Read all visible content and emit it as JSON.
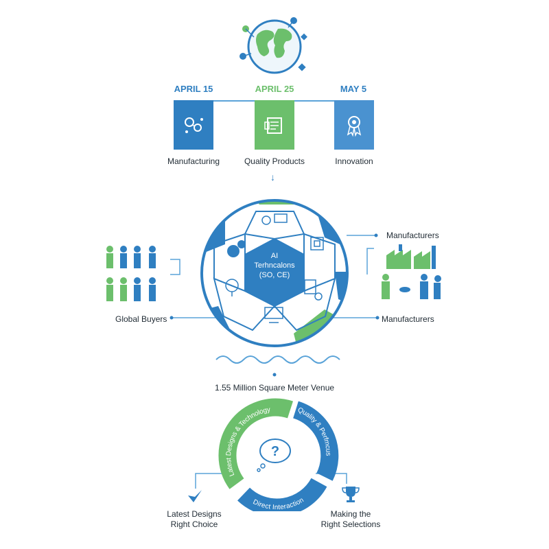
{
  "colors": {
    "blue": "#2f7fc1",
    "lightblue": "#5aa3d8",
    "green": "#6cbf6c",
    "dark": "#1f2a33"
  },
  "timeline": [
    {
      "date": "APRIL 15",
      "label": "Manufacturing",
      "icon": "gears-network-icon",
      "color": "#2f7fc1"
    },
    {
      "date": "APRIL 25",
      "label": "Quality Products",
      "icon": "document-chart-icon",
      "color": "#6cbf6c"
    },
    {
      "date": "MAY 5",
      "label": "Innovation",
      "icon": "award-ribbon-icon",
      "color": "#4a92d0"
    }
  ],
  "center": {
    "line1": "AI",
    "line2": "Terhncalons",
    "line3": "(SO, CE)"
  },
  "left_label": "Global Buyers",
  "right_top_label": "Manufacturers",
  "right_bottom_label": "Manufacturers",
  "venue_label": "1.55 Million Square Meter Venue",
  "cycle": {
    "arc_green": "Latest Designs & Technology",
    "arc_right": "Quality & Perfmcus",
    "arc_bottom": "Direct Interaction"
  },
  "bottom_left": {
    "line1": "Latest Designs",
    "line2": "Right Choice"
  },
  "bottom_right": {
    "line1": "Making the",
    "line2": "Right Selections"
  }
}
